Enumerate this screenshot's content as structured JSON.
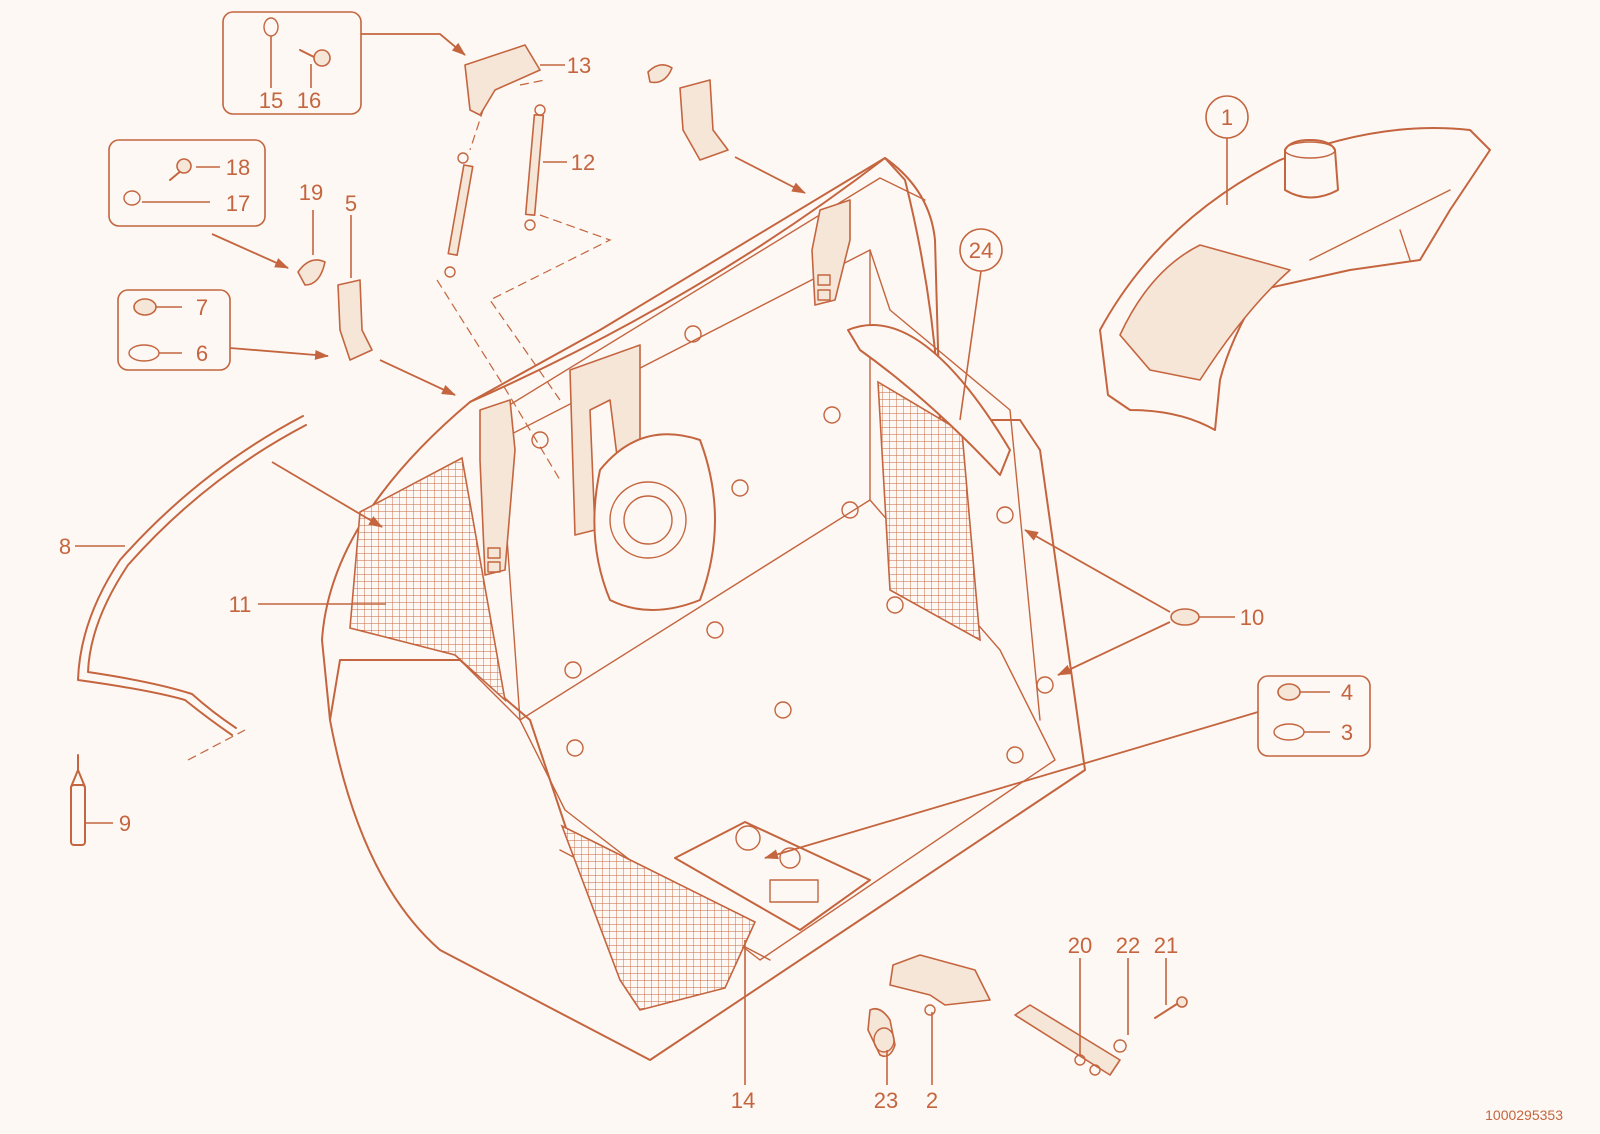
{
  "diagram": {
    "document_id": "1000295353",
    "part_labels": {
      "p1": "1",
      "p2": "2",
      "p3": "3",
      "p4": "4",
      "p5": "5",
      "p6": "6",
      "p7": "7",
      "p8": "8",
      "p9": "9",
      "p10": "10",
      "p11": "11",
      "p12": "12",
      "p13": "13",
      "p14": "14",
      "p15": "15",
      "p16": "16",
      "p17": "17",
      "p18": "18",
      "p19": "19",
      "p20": "20",
      "p21": "21",
      "p22": "22",
      "p23": "23",
      "p24": "24"
    },
    "colors": {
      "line": "#c4653f",
      "background": "#fdf8f3",
      "fill_light": "#f5e6d8"
    }
  }
}
